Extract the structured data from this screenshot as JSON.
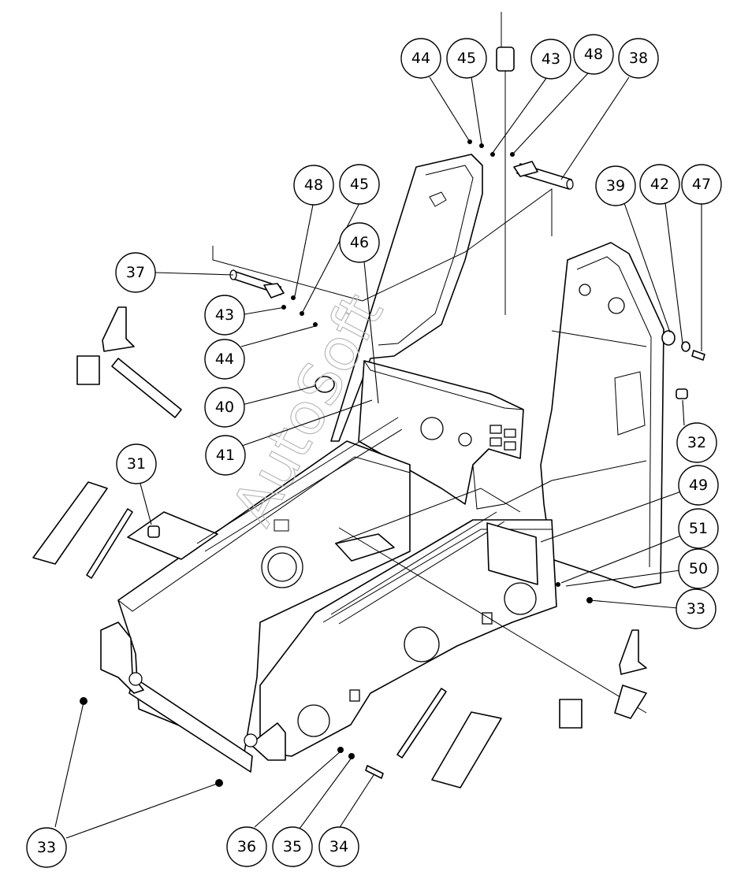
{
  "watermark": "AutoSoft",
  "callouts": [
    {
      "label": "44"
    },
    {
      "label": "45"
    },
    {
      "label": "43"
    },
    {
      "label": "48"
    },
    {
      "label": "38"
    },
    {
      "label": "48"
    },
    {
      "label": "45"
    },
    {
      "label": "39"
    },
    {
      "label": "42"
    },
    {
      "label": "47"
    },
    {
      "label": "37"
    },
    {
      "label": "46"
    },
    {
      "label": "43"
    },
    {
      "label": "44"
    },
    {
      "label": "40"
    },
    {
      "label": "32"
    },
    {
      "label": "41"
    },
    {
      "label": "31"
    },
    {
      "label": "49"
    },
    {
      "label": "51"
    },
    {
      "label": "50"
    },
    {
      "label": "33"
    },
    {
      "label": "33"
    },
    {
      "label": "36"
    },
    {
      "label": "35"
    },
    {
      "label": "34"
    }
  ]
}
